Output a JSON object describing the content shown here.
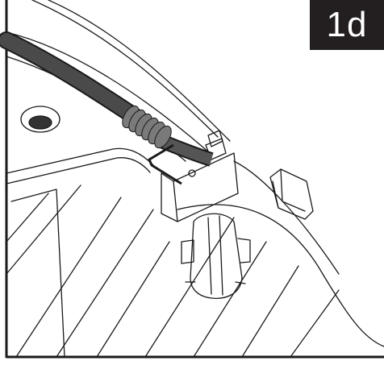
{
  "step_label": "1d",
  "colors": {
    "outline": "#1a1a1a",
    "cable": "#4a4a4a",
    "spring": "#7a7a7a",
    "badge_bg": "#231f20",
    "badge_text": "#ffffff",
    "background": "#ffffff"
  },
  "parts": [
    "frame-border",
    "bowden-cable",
    "coil-spring",
    "wire-hook",
    "cable-clip",
    "latch-tab",
    "slotted-bracket",
    "mounting-hole"
  ]
}
